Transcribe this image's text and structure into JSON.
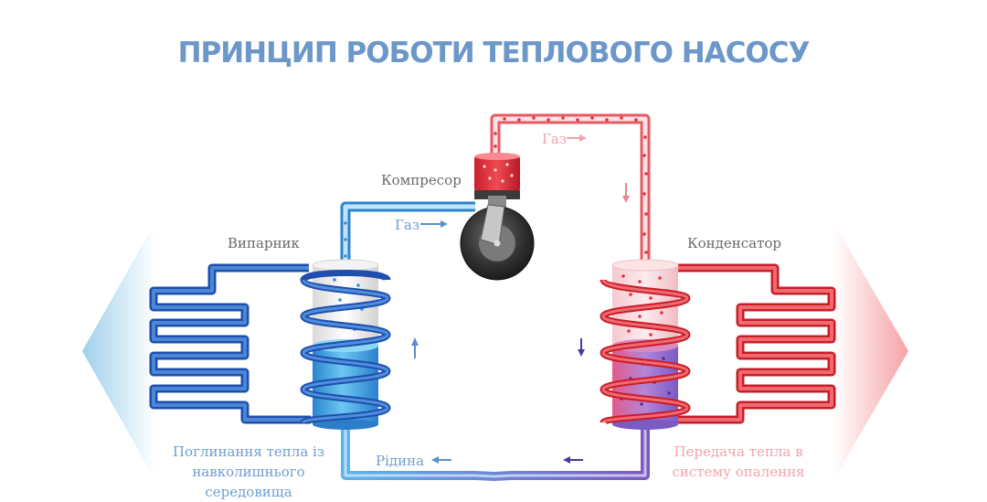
{
  "title": "ПРИНЦИП РОБОТИ ТЕПЛОВОГО НАСОСУ",
  "labels": {
    "compressor": "Компресор",
    "evaporator": "Випарник",
    "condenser": "Конденсатор",
    "gas_left": "Газ",
    "gas_right": "Газ",
    "liquid": "Рідина"
  },
  "captions": {
    "left": [
      "Поглинання тепла із",
      "навколишнього",
      "середовища"
    ],
    "right": [
      "Передача тепла в",
      "систему опалення"
    ]
  },
  "colors": {
    "title": "#6b97c9",
    "cold": "#2f6fc4",
    "hot": "#e8454f",
    "mixed": "#8a5bc0"
  }
}
